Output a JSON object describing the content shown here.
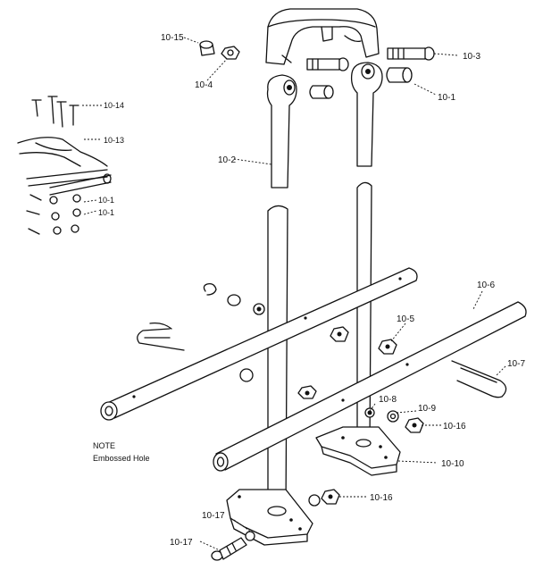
{
  "callouts": {
    "c_10_15": "10-15",
    "c_10_4": "10-4",
    "c_10_3": "10-3",
    "c_10_1": "10-1",
    "c_10_14": "10-14",
    "c_10_13": "10-13",
    "c_10_2": "10-2",
    "c_10_6": "10-6",
    "c_10_5": "10-5",
    "c_10_7": "10-7",
    "c_10_8": "10-8",
    "c_10_9": "10-9",
    "c_10_16a": "10-16",
    "c_10_10": "10-10",
    "c_10_16b": "10-16",
    "c_10_17a": "10-17",
    "c_10_17b": "10-17",
    "c_10_18": "10-1"
  },
  "notes": {
    "note_line1": "NOTE",
    "note_line2": "Embossed Hole"
  }
}
